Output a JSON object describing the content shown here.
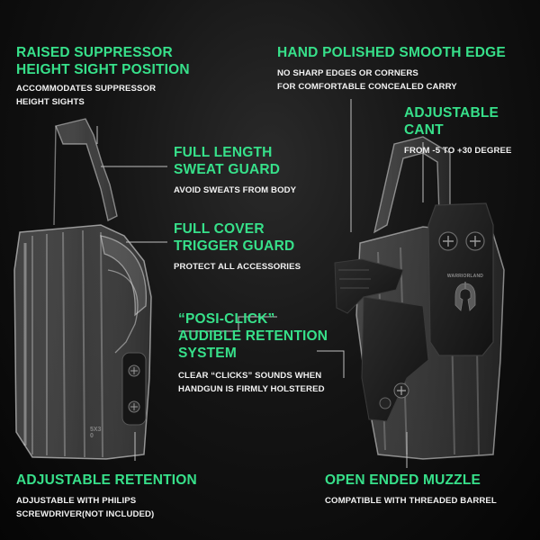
{
  "colors": {
    "accent": "#37e08a",
    "text": "#f2f2f2",
    "background": "#0b0b0b",
    "shell": "#1c1c1c"
  },
  "left_product": {
    "stamp": "5X30"
  },
  "right_product": {
    "logo_text": "WARRIORLAND",
    "logo_icon": "spartan-helmet-icon"
  },
  "features": {
    "suppressor_sight": {
      "title": "RAISED SUPPRESSOR\nHEIGHT SIGHT POSITION",
      "desc": "ACCOMMODATES SUPPRESSOR\nHEIGHT SIGHTS"
    },
    "sweat_guard": {
      "title": "FULL LENGTH\nSWEAT GUARD",
      "desc": "AVOID SWEATS FROM BODY"
    },
    "trigger_guard": {
      "title": "FULL COVER\nTRIGGER GUARD",
      "desc": "PROTECT ALL ACCESSORIES"
    },
    "posi_click": {
      "title": "“POSI-CLICK”\nAUDIBLE RETENTION\nSYSTEM",
      "desc": "CLEAR “CLICKS” SOUNDS WHEN\nHANDGUN IS FIRMLY HOLSTERED"
    },
    "smooth_edge": {
      "title": "HAND POLISHED SMOOTH EDGE",
      "desc": "NO SHARP EDGES OR CORNERS\nFOR COMFORTABLE CONCEALED CARRY"
    },
    "adjustable_cant": {
      "title": "ADJUSTABLE CANT",
      "desc": "FROM -5 TO +30 DEGREE"
    },
    "adjustable_retention": {
      "title": "ADJUSTABLE RETENTION",
      "desc": "ADJUSTABLE WITH PHILIPS\nSCREWDRIVER(NOT INCLUDED)"
    },
    "open_muzzle": {
      "title": "OPEN ENDED MUZZLE",
      "desc": "COMPATIBLE WITH THREADED BARREL"
    }
  }
}
